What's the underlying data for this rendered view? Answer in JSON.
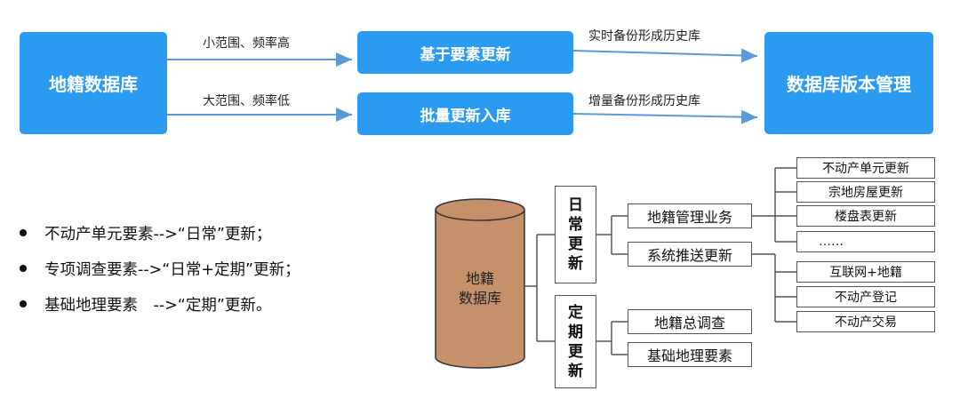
{
  "top_flow": {
    "source": "地籍数据库",
    "target": "数据库版本管理",
    "process_1": "基于要素更新",
    "process_2": "批量更新入库",
    "edge_1_label": "小范围、频率高",
    "edge_2_label": "大范围、频率低",
    "edge_3_label": "实时备份形成历史库",
    "edge_4_label": "增量备份形成历史库"
  },
  "bullets": [
    "不动产单元要素-->“日常”更新；",
    "专项调查要素-->“日常+定期”更新；",
    "基础地理要素　-->“定期”更新。"
  ],
  "tree": {
    "cylinder_line1": "地籍",
    "cylinder_line2": "数据库",
    "daily_chars": [
      "日",
      "常",
      "更",
      "新"
    ],
    "periodic_chars": [
      "定",
      "期",
      "更",
      "新"
    ],
    "daily_children": [
      "地籍管理业务",
      "系统推送更新"
    ],
    "periodic_children": [
      "地籍总调查",
      "基础地理要素"
    ],
    "mgmt_leaves": [
      "不动产单元更新",
      "宗地房屋更新",
      "楼盘表更新",
      "……"
    ],
    "push_leaves": [
      "互联网+地籍",
      "不动产登记",
      "不动产交易"
    ]
  },
  "colors": {
    "primary_blue": "#2b9bf2",
    "cylinder_fill": "#c4916a",
    "connector": "#5b9bd5",
    "tree_line": "#555555"
  }
}
